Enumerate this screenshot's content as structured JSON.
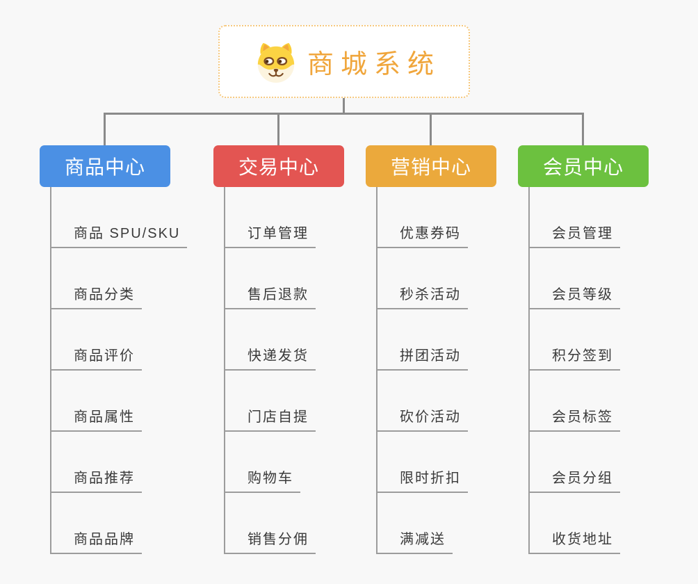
{
  "root": {
    "title": "商城系统",
    "icon": "doge-icon"
  },
  "branches": [
    {
      "label": "商品中心",
      "color": "#4B90E4",
      "children": [
        "商品 SPU/SKU",
        "商品分类",
        "商品评价",
        "商品属性",
        "商品推荐",
        "商品品牌"
      ]
    },
    {
      "label": "交易中心",
      "color": "#E35552",
      "children": [
        "订单管理",
        "售后退款",
        "快递发货",
        "门店自提",
        "购物车",
        "销售分佣"
      ]
    },
    {
      "label": "营销中心",
      "color": "#EBA93C",
      "children": [
        "优惠券码",
        "秒杀活动",
        "拼团活动",
        "砍价活动",
        "限时折扣",
        "满减送"
      ]
    },
    {
      "label": "会员中心",
      "color": "#6CC13F",
      "children": [
        "会员管理",
        "会员等级",
        "积分签到",
        "会员标签",
        "会员分组",
        "收货地址"
      ]
    }
  ],
  "style": {
    "background": "#F8F8F8",
    "title_color": "#F0A63C",
    "root_border_color": "#F6C87D",
    "connector_color": "#8A8A8A",
    "leaf_line_color": "#9C9C9C",
    "leaf_text_color": "#3A3A3A"
  }
}
